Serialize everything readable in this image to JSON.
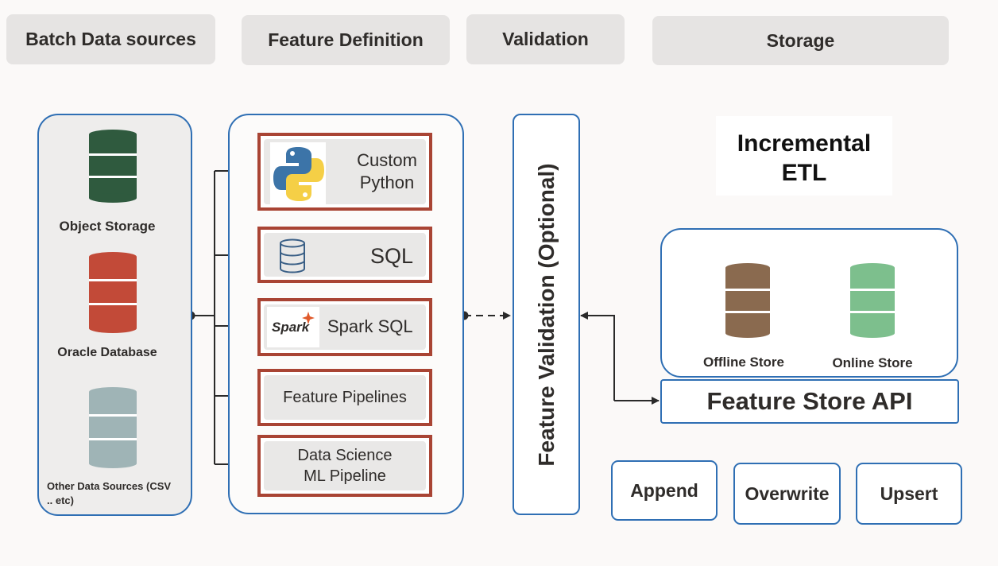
{
  "headers": {
    "batch": "Batch Data sources",
    "feature_definition": "Feature Definition",
    "validation": "Validation",
    "storage": "Storage"
  },
  "sources": {
    "object_storage": "Object Storage",
    "oracle_database": "Oracle Database",
    "other_line1": "Other Data Sources (CSV",
    "other_line2": ".. etc)"
  },
  "definitions": {
    "custom_python_line1": "Custom",
    "custom_python_line2": "Python",
    "sql": "SQL",
    "spark_sql": "Spark SQL",
    "spark_logo": "Spark",
    "feature_pipelines": "Feature Pipelines",
    "ds_line1": "Data Science",
    "ds_line2": "ML Pipeline"
  },
  "validation_label": "Feature Validation (Optional)",
  "storage": {
    "incremental_line1": "Incremental",
    "incremental_line2": "ETL",
    "offline_store": "Offline Store",
    "online_store": "Online Store",
    "api": "Feature Store API"
  },
  "operations": {
    "append": "Append",
    "overwrite": "Overwrite",
    "upsert": "Upsert"
  },
  "colors": {
    "accent_blue": "#2f6fb4",
    "definition_border": "#a94434",
    "object_storage_db": "#2f5a3e",
    "oracle_db": "#c24a38",
    "other_db": "#9fb4b6",
    "offline_db": "#8a6a4f",
    "online_db": "#7dbf8d"
  }
}
